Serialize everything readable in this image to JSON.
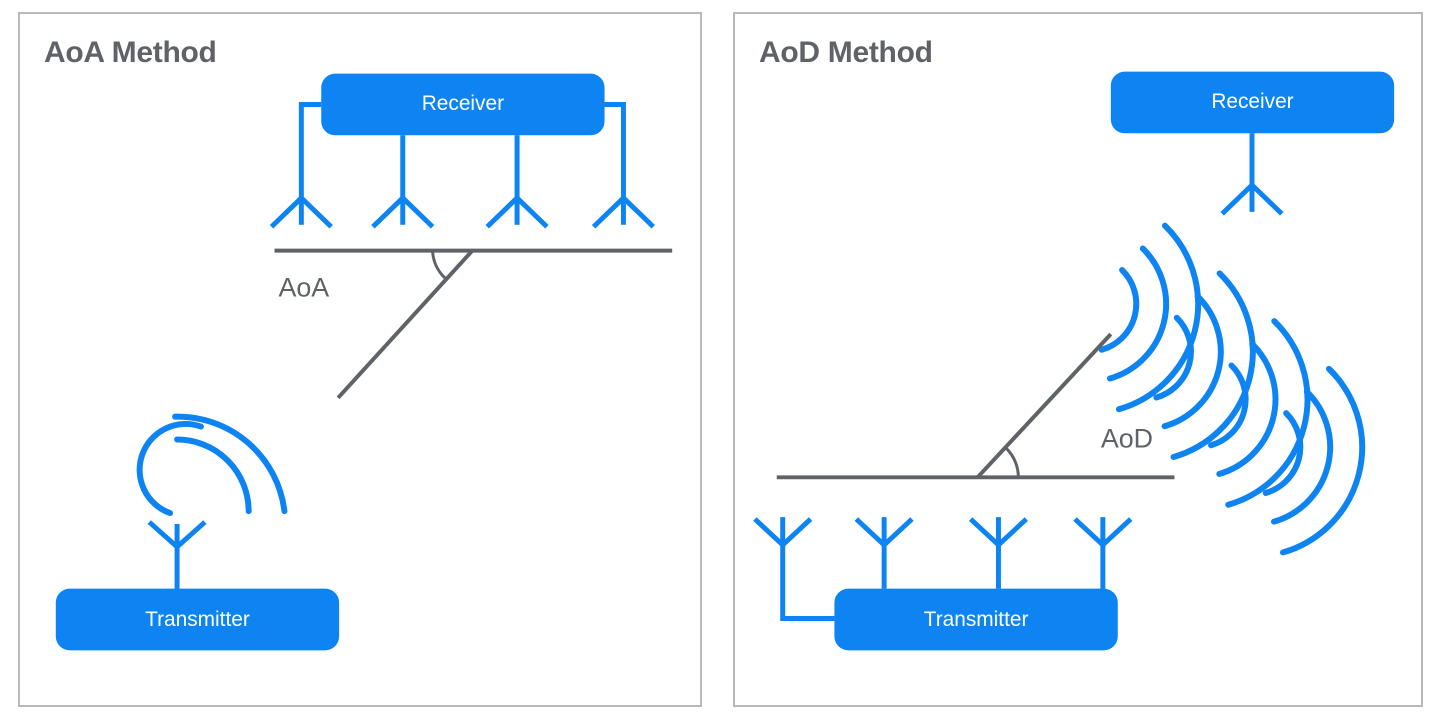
{
  "figure": {
    "title_left": "AoA Method",
    "title_right": "AoD Method"
  },
  "colors": {
    "blue": "#0d84f2",
    "gray_line": "#5f6368",
    "gray_text": "#5f6368",
    "panel_border": "#b6b9bd",
    "background": "#ffffff",
    "box_text": "#ffffff"
  },
  "panels": [
    {
      "id": "aoa",
      "title": "AoA Method",
      "receiver_label": "Receiver",
      "transmitter_label": "Transmitter",
      "angle_label": "AoA",
      "receiver_antenna_count": 4,
      "transmitter_antenna_count": 1,
      "wave_groups": 1,
      "wave_arcs_per_group": 3,
      "description": "Receiver with 4-element antenna array measures angle of arrival of signal from single-antenna transmitter"
    },
    {
      "id": "aod",
      "title": "AoD Method",
      "receiver_label": "Receiver",
      "transmitter_label": "Transmitter",
      "angle_label": "AoD",
      "receiver_antenna_count": 1,
      "transmitter_antenna_count": 4,
      "wave_groups": 4,
      "wave_arcs_per_group": 3,
      "description": "Transmitter with 4-element antenna array steers beam; single-antenna receiver measures angle of departure"
    }
  ],
  "aoa": {
    "title": "AoA Method",
    "receiver": {
      "label": "Receiver",
      "antennas": 4
    },
    "transmitter": {
      "label": "Transmitter",
      "antennas": 1
    },
    "angle": {
      "label": "AoA"
    }
  },
  "aod": {
    "title": "AoD Method",
    "receiver": {
      "label": "Receiver",
      "antennas": 1
    },
    "transmitter": {
      "label": "Transmitter",
      "antennas": 4
    },
    "angle": {
      "label": "AoD"
    }
  }
}
